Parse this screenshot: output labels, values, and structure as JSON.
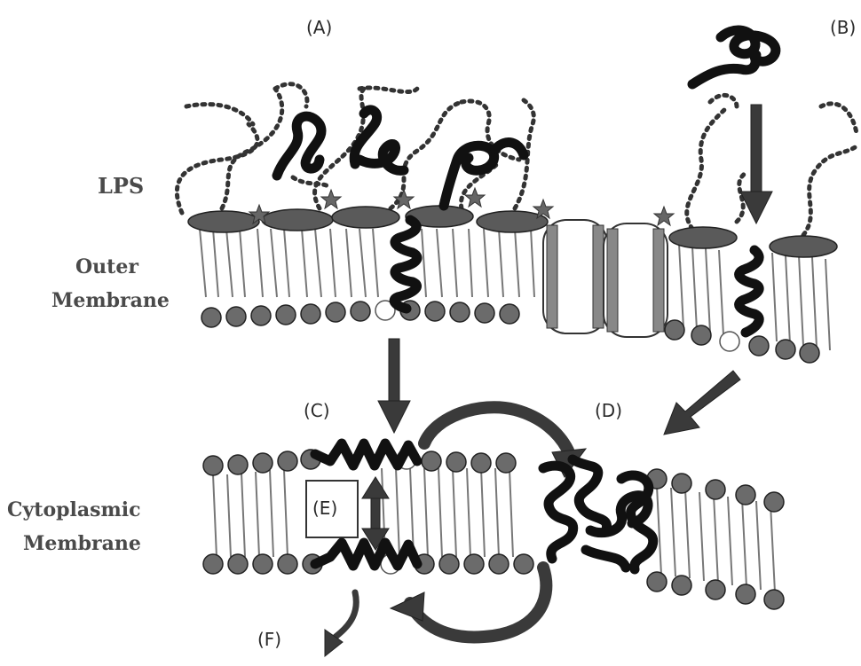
{
  "labels": {
    "A": "(A)",
    "B": "(B)",
    "C": "(C)",
    "D": "(D)",
    "E": "(E)",
    "F": "(F)",
    "lps": "LPS",
    "outer_line1": "Outer",
    "outer_line2": "Membrane",
    "cyto_line1": "Cytoplasmic",
    "cyto_line2": "Membrane"
  },
  "colors": {
    "background": "#ffffff",
    "ink": "#111111",
    "grey_head": "#6b6b6b",
    "arrow": "#3a3a3a"
  }
}
